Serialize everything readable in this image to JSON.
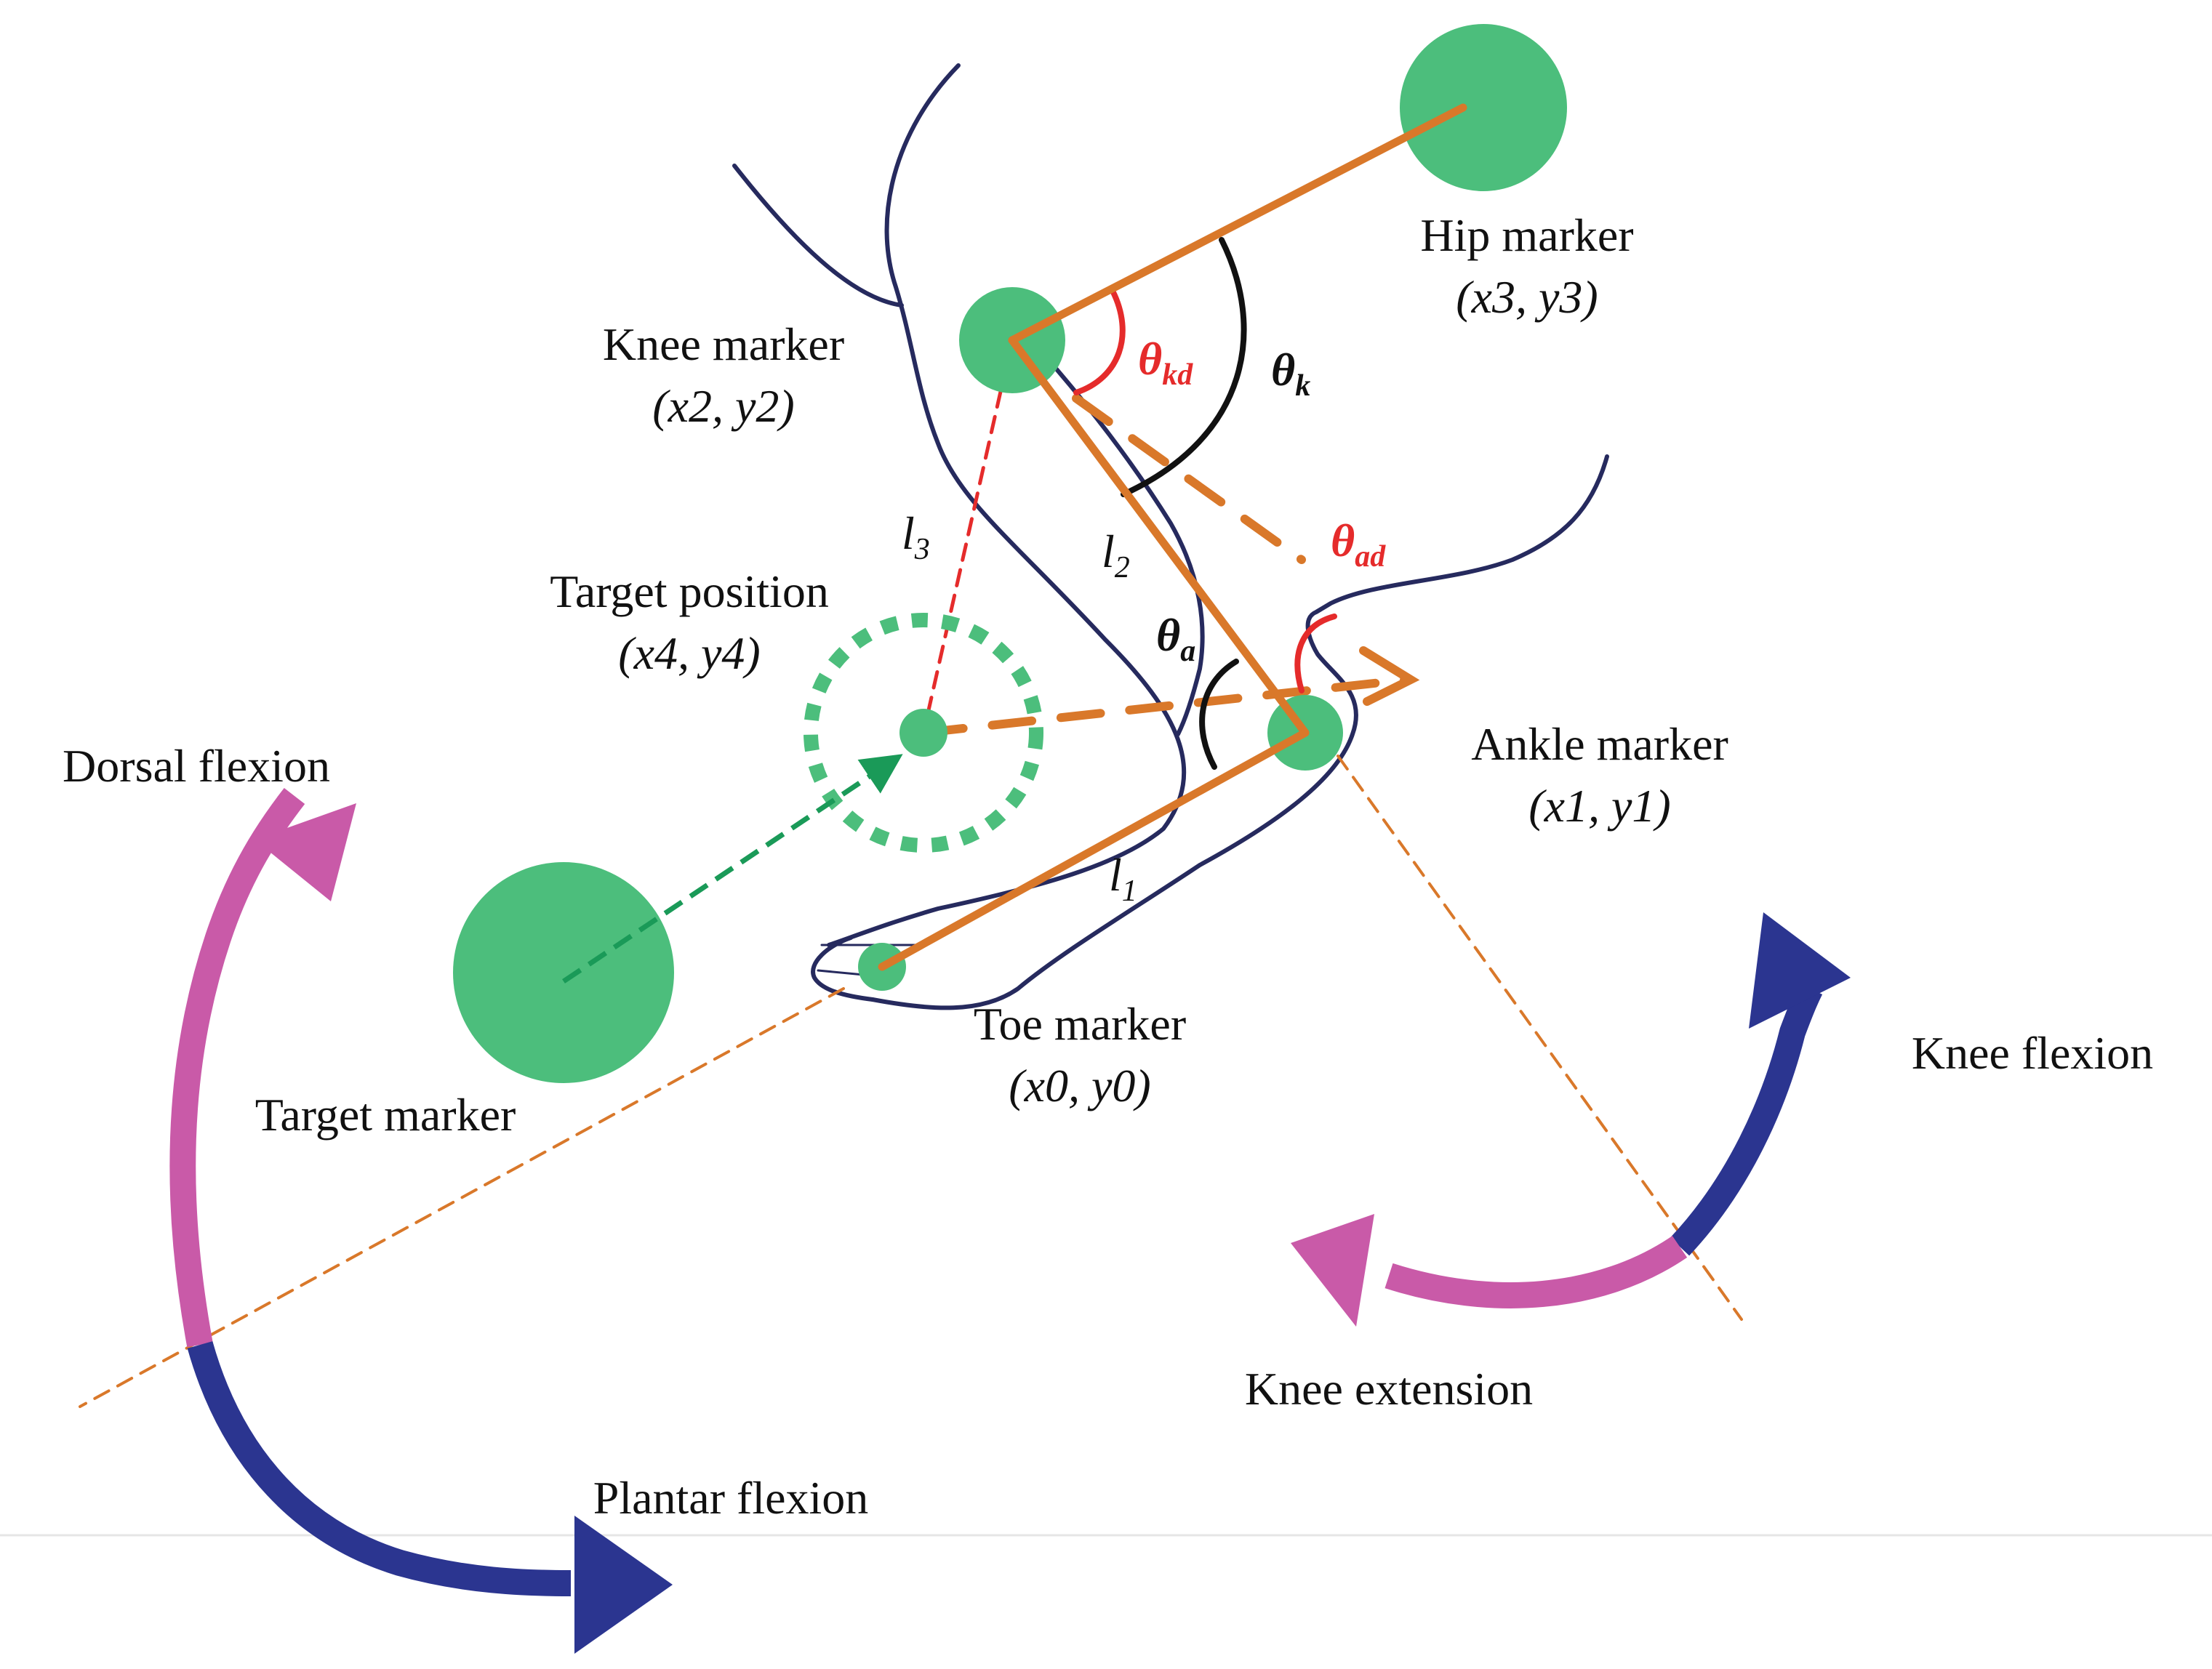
{
  "markers": {
    "hip": {
      "name": "Hip marker",
      "coord": "(x3, y3)"
    },
    "knee": {
      "name": "Knee marker",
      "coord": "(x2, y2)"
    },
    "ankle": {
      "name": "Ankle marker",
      "coord": "(x1, y1)"
    },
    "toe": {
      "name": "Toe marker",
      "coord": "(x0, y0)"
    },
    "target_marker": {
      "name": "Target marker"
    },
    "target_position": {
      "name": "Target position",
      "coord": "(x4, y4)"
    }
  },
  "segments": {
    "l1": {
      "base": "l",
      "sub": "1"
    },
    "l2": {
      "base": "l",
      "sub": "2"
    },
    "l3": {
      "base": "l",
      "sub": "3"
    }
  },
  "angles": {
    "theta_k": {
      "base": "θ",
      "sub": "k"
    },
    "theta_kd": {
      "base": "θ",
      "sub": "kd"
    },
    "theta_a": {
      "base": "θ",
      "sub": "a"
    },
    "theta_ad": {
      "base": "θ",
      "sub": "ad"
    }
  },
  "motions": {
    "dorsal_flexion": "Dorsal flexion",
    "plantar_flexion": "Plantar flexion",
    "knee_flexion": "Knee flexion",
    "knee_extension": "Knee extension"
  },
  "colors": {
    "marker_green": "#4cbe7c",
    "segment_orange": "#d9782a",
    "leg_outline": "#262a5e",
    "angle_red": "#e52b2b",
    "arrow_pink": "#c95aa8",
    "arrow_navy": "#2b3590",
    "arrow_green": "#1a9a58"
  }
}
